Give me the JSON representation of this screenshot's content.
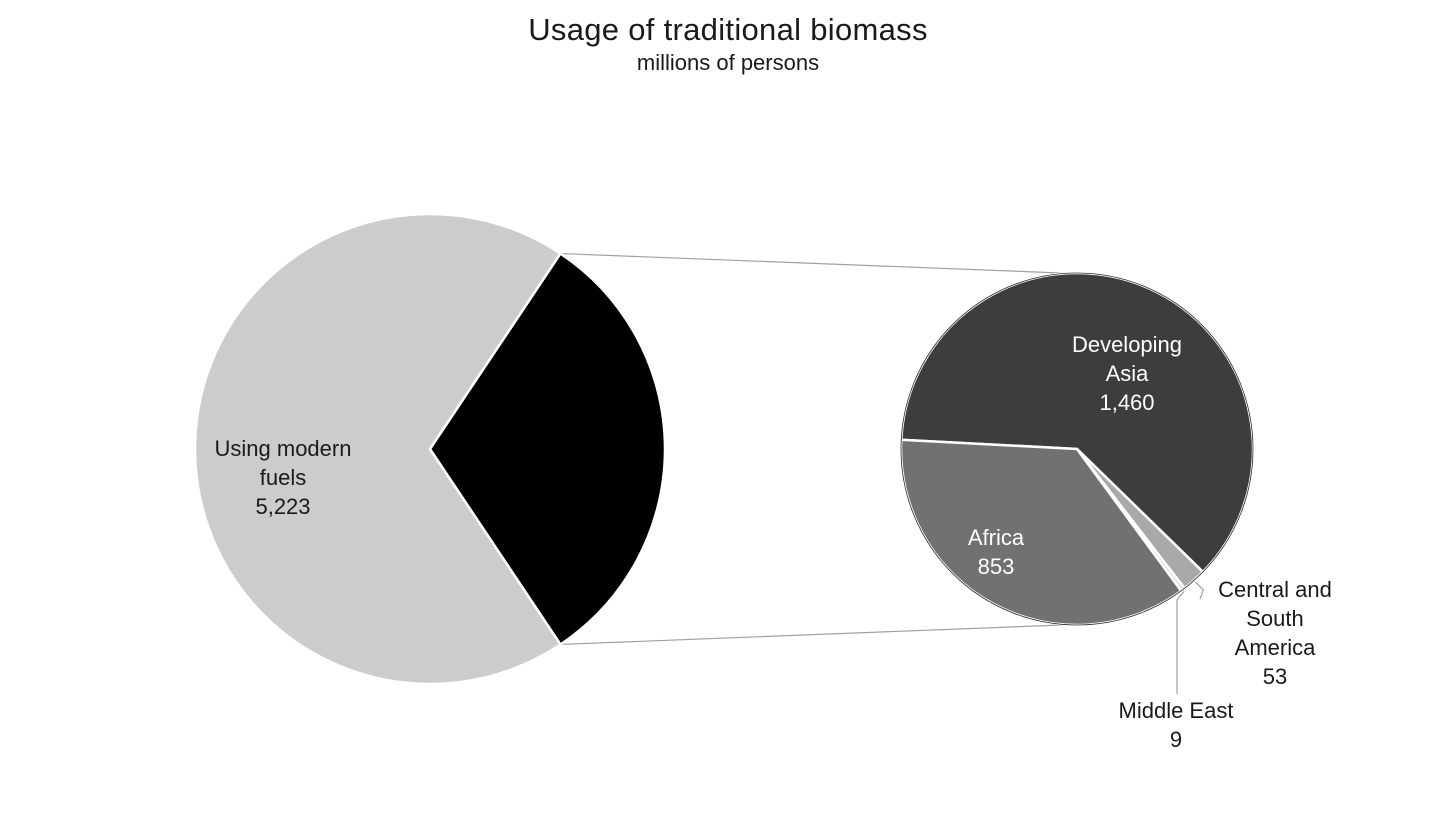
{
  "chart_data": {
    "type": "pie",
    "title": "Usage of traditional biomass",
    "subtitle": "millions of persons",
    "main_pie": {
      "slices": [
        {
          "label_lines": [
            "Using modern",
            "fuels"
          ],
          "value": 5223,
          "value_text": "5,223",
          "color": "#cccccc",
          "text_color": "#1a1a1a"
        },
        {
          "label_lines": [],
          "value": 2375,
          "value_text": "",
          "color": "#000000",
          "text_color": "#ffffff"
        }
      ]
    },
    "breakdown_pie": {
      "slices": [
        {
          "label_lines": [
            "Developing",
            "Asia"
          ],
          "value": 1460,
          "value_text": "1,460",
          "color": "#3e3c3d",
          "text_color": "#ffffff"
        },
        {
          "label_lines": [
            "Central and",
            "South",
            "America"
          ],
          "value": 53,
          "value_text": "53",
          "color": "#a9a9a9",
          "text_color": "#1a1a1a"
        },
        {
          "label_lines": [
            "Middle East"
          ],
          "value": 9,
          "value_text": "9",
          "color": "#dddddd",
          "text_color": "#1a1a1a"
        },
        {
          "label_lines": [
            "Africa"
          ],
          "value": 853,
          "value_text": "853",
          "color": "#737071",
          "text_color": "#ffffff"
        }
      ]
    }
  }
}
